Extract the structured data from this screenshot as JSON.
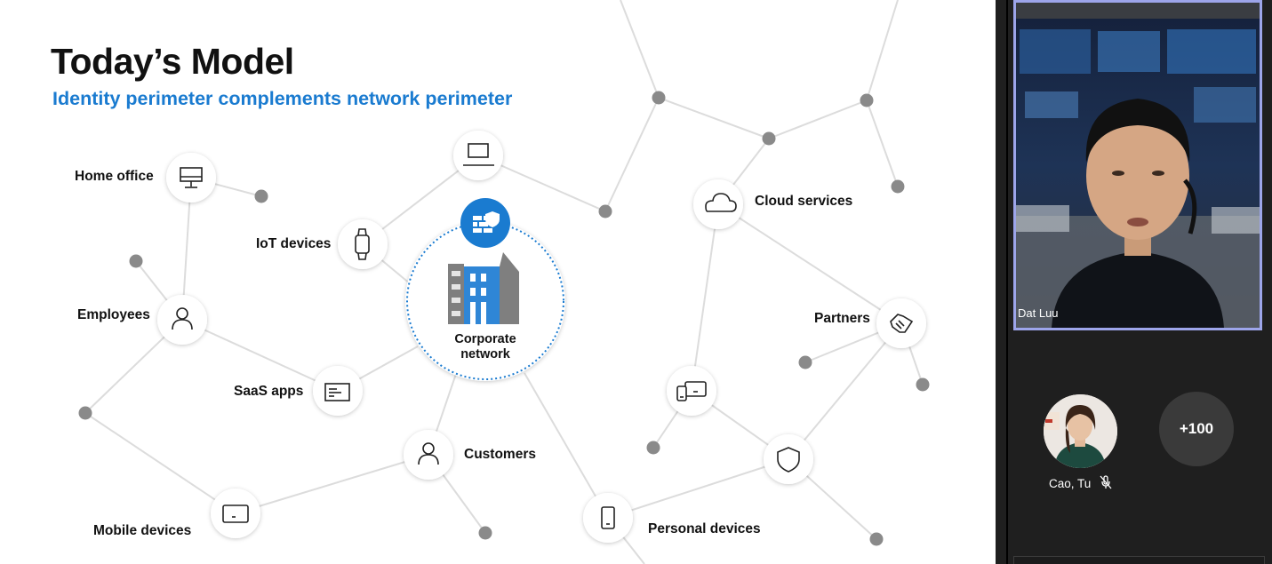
{
  "slide": {
    "title": "Today’s Model",
    "subtitle": "Identity perimeter complements network perimeter",
    "corporate_label": "Corporate network",
    "labels": {
      "home_office": "Home office",
      "iot_devices": "IoT devices",
      "employees": "Employees",
      "saas_apps": "SaaS apps",
      "mobile_devices": "Mobile devices",
      "customers": "Customers",
      "personal_devices": "Personal devices",
      "cloud_services": "Cloud services",
      "partners": "Partners"
    },
    "colors": {
      "accent": "#1a7bd0",
      "firewall_badge": "#1a7bd0",
      "line": "#dcdcdc",
      "dot": "#8a8a8a"
    }
  },
  "meeting": {
    "presenter_name": "Dat Luu",
    "participant_name": "Cao, Tu",
    "participant_mic": "mic-off-icon",
    "more_participants": "+100",
    "highlight_color": "#9da5ea"
  }
}
